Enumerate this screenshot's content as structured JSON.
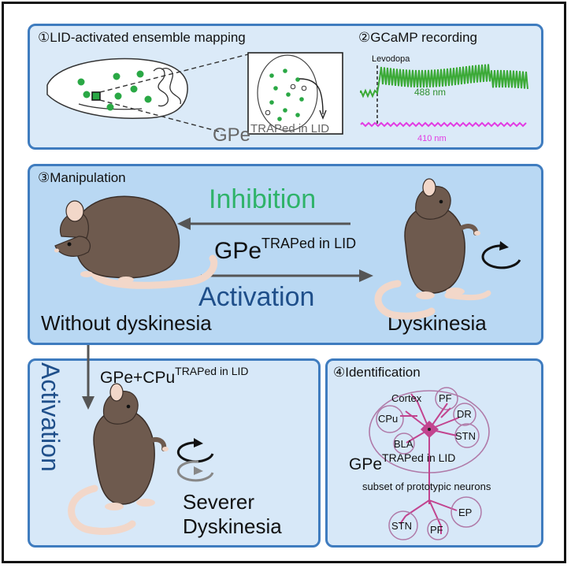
{
  "panel1": {
    "title": "①LID-activated ensemble mapping",
    "gpe_label": "GPe",
    "gpe_sup": "TRAPed in LID"
  },
  "panel2": {
    "title": "②GCaMP recording",
    "drug_label": "Levodopa",
    "trace_green_label": "488 nm",
    "trace_magenta_label": "410 nm"
  },
  "panel3": {
    "title": "③Manipulation",
    "inhibition": "Inhibition",
    "activation": "Activation",
    "gpe": "GPe",
    "gpe_sup": "TRAPed in LID",
    "left_caption": "Without dyskinesia",
    "right_caption": "Dyskinesia"
  },
  "panel5": {
    "vertical_label": "Activation",
    "target": "GPe+CPu",
    "target_sup": "TRAPed in LID",
    "caption_line1": "Severer",
    "caption_line2": "Dyskinesia"
  },
  "panel4": {
    "title": "④Identification",
    "regions_top": [
      "Cortex",
      "PF",
      "CPu",
      "DR",
      "BLA",
      "STN"
    ],
    "regions_bottom": [
      "STN",
      "PF",
      "EP"
    ],
    "gpe": "GPe",
    "gpe_sup": "TRAPed in LID",
    "subtitle": "subset of prototypic neurons"
  },
  "colors": {
    "panel_border": "#3f7cbf",
    "inhibition": "#2fb36a",
    "activation": "#1f4f8a",
    "gcamp_green": "#3aa935",
    "isosbestic_magenta": "#e23be3",
    "mouse_body": "#6e5a4e",
    "mouse_tail": "#f2d7c9",
    "neuron": "#c2448f",
    "region_circle": "#b07aa8"
  }
}
